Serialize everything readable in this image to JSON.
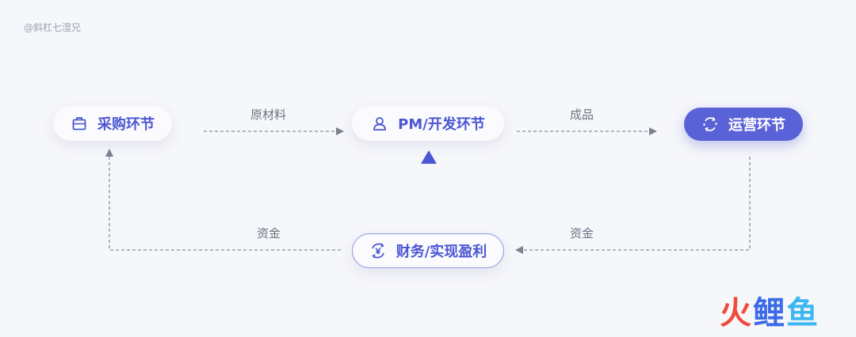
{
  "watermark": "@斜杠七湿兄",
  "nodes": {
    "procurement": {
      "label": "采购环节",
      "icon": "briefcase-icon"
    },
    "pm_dev": {
      "label": "PM/开发环节",
      "icon": "user-icon"
    },
    "operations": {
      "label": "运营环节",
      "icon": "refresh-icon"
    },
    "finance": {
      "label": "财务/实现盈利",
      "icon": "yuan-cycle-icon"
    }
  },
  "edges": {
    "raw_material": "原材料",
    "finished_goods": "成品",
    "funds_left": "资金",
    "funds_right": "资金"
  },
  "logo": {
    "chars": [
      "火",
      "鲤",
      "鱼"
    ],
    "colors": [
      "#f04a3c",
      "#3d6be8",
      "#3db7f0"
    ]
  },
  "colors": {
    "accent": "#4b57d2",
    "accent_dark": "#5a62d8",
    "arrow": "#7c818d"
  }
}
